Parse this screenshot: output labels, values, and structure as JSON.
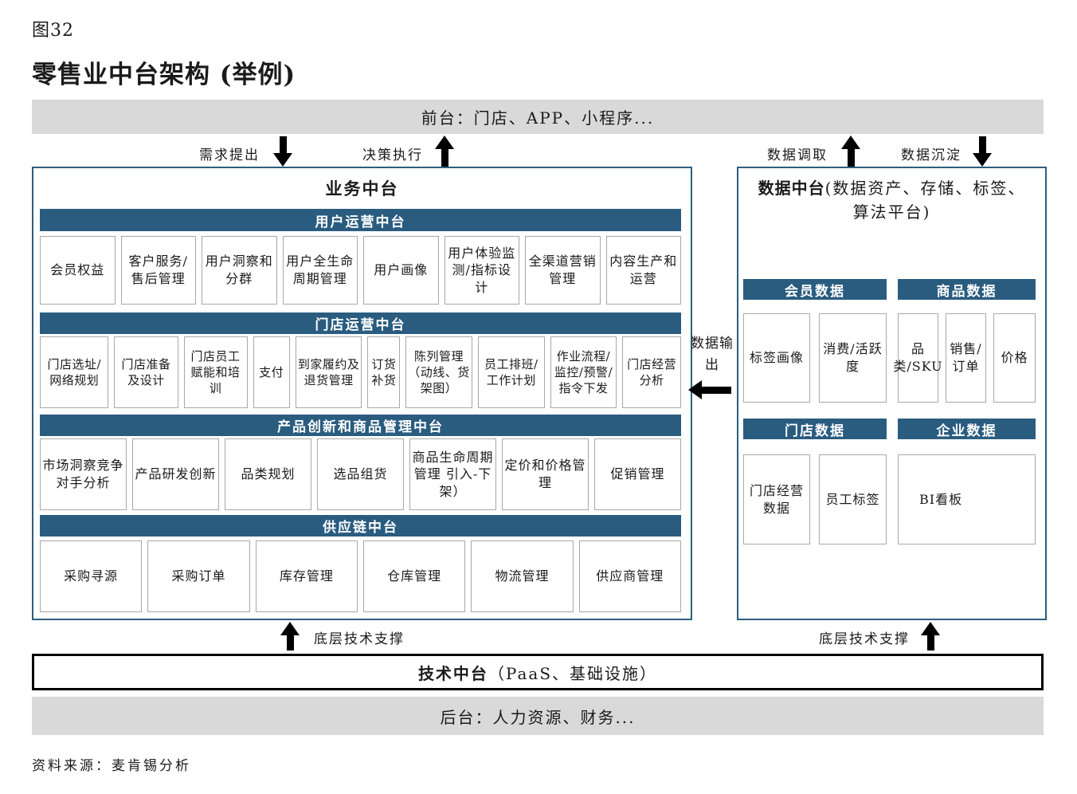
{
  "figure_label": "图32",
  "title": "零售业中台架构 (举例)",
  "front_bar": "前台：门店、APP、小程序...",
  "flow_labels": {
    "demand": "需求提出",
    "decision": "决策执行",
    "data_fetch": "数据调取",
    "data_deposit": "数据沉淀",
    "data_output": "数据输出",
    "tech_support_left": "底层技术支撑",
    "tech_support_right": "底层技术支撑"
  },
  "business": {
    "title": "业务中台",
    "sections": [
      {
        "header": "用户运营中台",
        "items": [
          "会员权益",
          "客户服务/售后管理",
          "用户洞察和分群",
          "用户全生命周期管理",
          "用户画像",
          "用户体验监测/指标设计",
          "全渠道营销管理",
          "内容生产和运营"
        ]
      },
      {
        "header": "门店运营中台",
        "items": [
          "门店选址/网络规划",
          "门店准备及设计",
          "门店员工赋能和培训",
          "支付",
          "到家履约及退货管理",
          "订货补货",
          "陈列管理（动线、货架图）",
          "员工排班/工作计划",
          "作业流程/监控/预警/指令下发",
          "门店经营分析"
        ]
      },
      {
        "header": "产品创新和商品管理中台",
        "items": [
          "市场洞察竞争对手分析",
          "产品研发创新",
          "品类规划",
          "选品组货",
          "商品生命周期管理 引入-下架）",
          "定价和价格管理",
          "促销管理"
        ]
      },
      {
        "header": "供应链中台",
        "items": [
          "采购寻源",
          "采购订单",
          "库存管理",
          "仓库管理",
          "物流管理",
          "供应商管理"
        ]
      }
    ]
  },
  "data_platform": {
    "title_bold": "数据中台",
    "title_rest": "(数据资产、存储、标签、算法平台)",
    "groups": [
      {
        "header": "会员数据",
        "items": [
          "标签画像",
          "消费/活跃度"
        ]
      },
      {
        "header": "商品数据",
        "items": [
          "品类/SKU",
          "销售/订单",
          "价格"
        ]
      },
      {
        "header": "门店数据",
        "items": [
          "门店经营数据",
          "员工标签"
        ]
      },
      {
        "header": "企业数据",
        "items": [
          "BI看板"
        ]
      }
    ]
  },
  "tech_bar": {
    "bold": "技术中台",
    "rest": "（PaaS、基础设施）"
  },
  "back_bar": "后台：人力资源、财务...",
  "source": "资料来源：麦肯锡分析",
  "colors": {
    "header_blue": "#2a5c80",
    "box_border_blue": "#2d5e7e",
    "gray_bar": "#d9d9d9",
    "arrow_black": "#000000"
  }
}
